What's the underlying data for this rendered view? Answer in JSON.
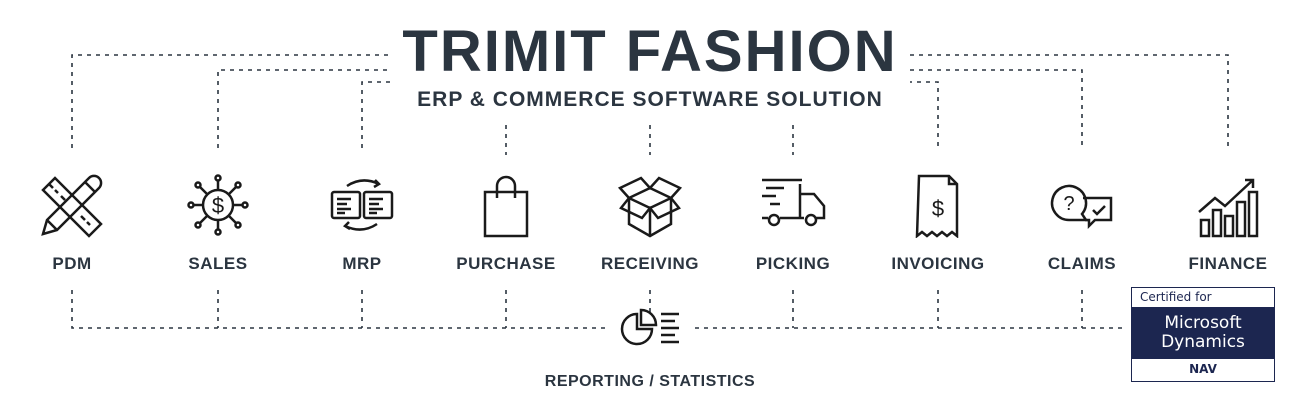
{
  "header": {
    "title": "TRIMIT FASHION",
    "subtitle": "ERP & COMMERCE SOFTWARE SOLUTION"
  },
  "modules": [
    {
      "label": "PDM",
      "icon": "pencil-ruler-icon"
    },
    {
      "label": "SALES",
      "icon": "dollar-network-icon"
    },
    {
      "label": "MRP",
      "icon": "document-sync-icon"
    },
    {
      "label": "PURCHASE",
      "icon": "shopping-bag-icon"
    },
    {
      "label": "RECEIVING",
      "icon": "open-box-icon"
    },
    {
      "label": "PICKING",
      "icon": "delivery-truck-icon"
    },
    {
      "label": "INVOICING",
      "icon": "invoice-icon"
    },
    {
      "label": "CLAIMS",
      "icon": "chat-question-icon"
    },
    {
      "label": "FINANCE",
      "icon": "growth-chart-icon"
    }
  ],
  "reporting": {
    "label": "REPORTING / STATISTICS",
    "icon": "pie-report-icon"
  },
  "badge": {
    "top": "Certified for",
    "line1": "Microsoft",
    "line2": "Dynamics",
    "bottom": "NAV"
  },
  "colors": {
    "text": "#2b3540",
    "badge": "#1c2650"
  }
}
